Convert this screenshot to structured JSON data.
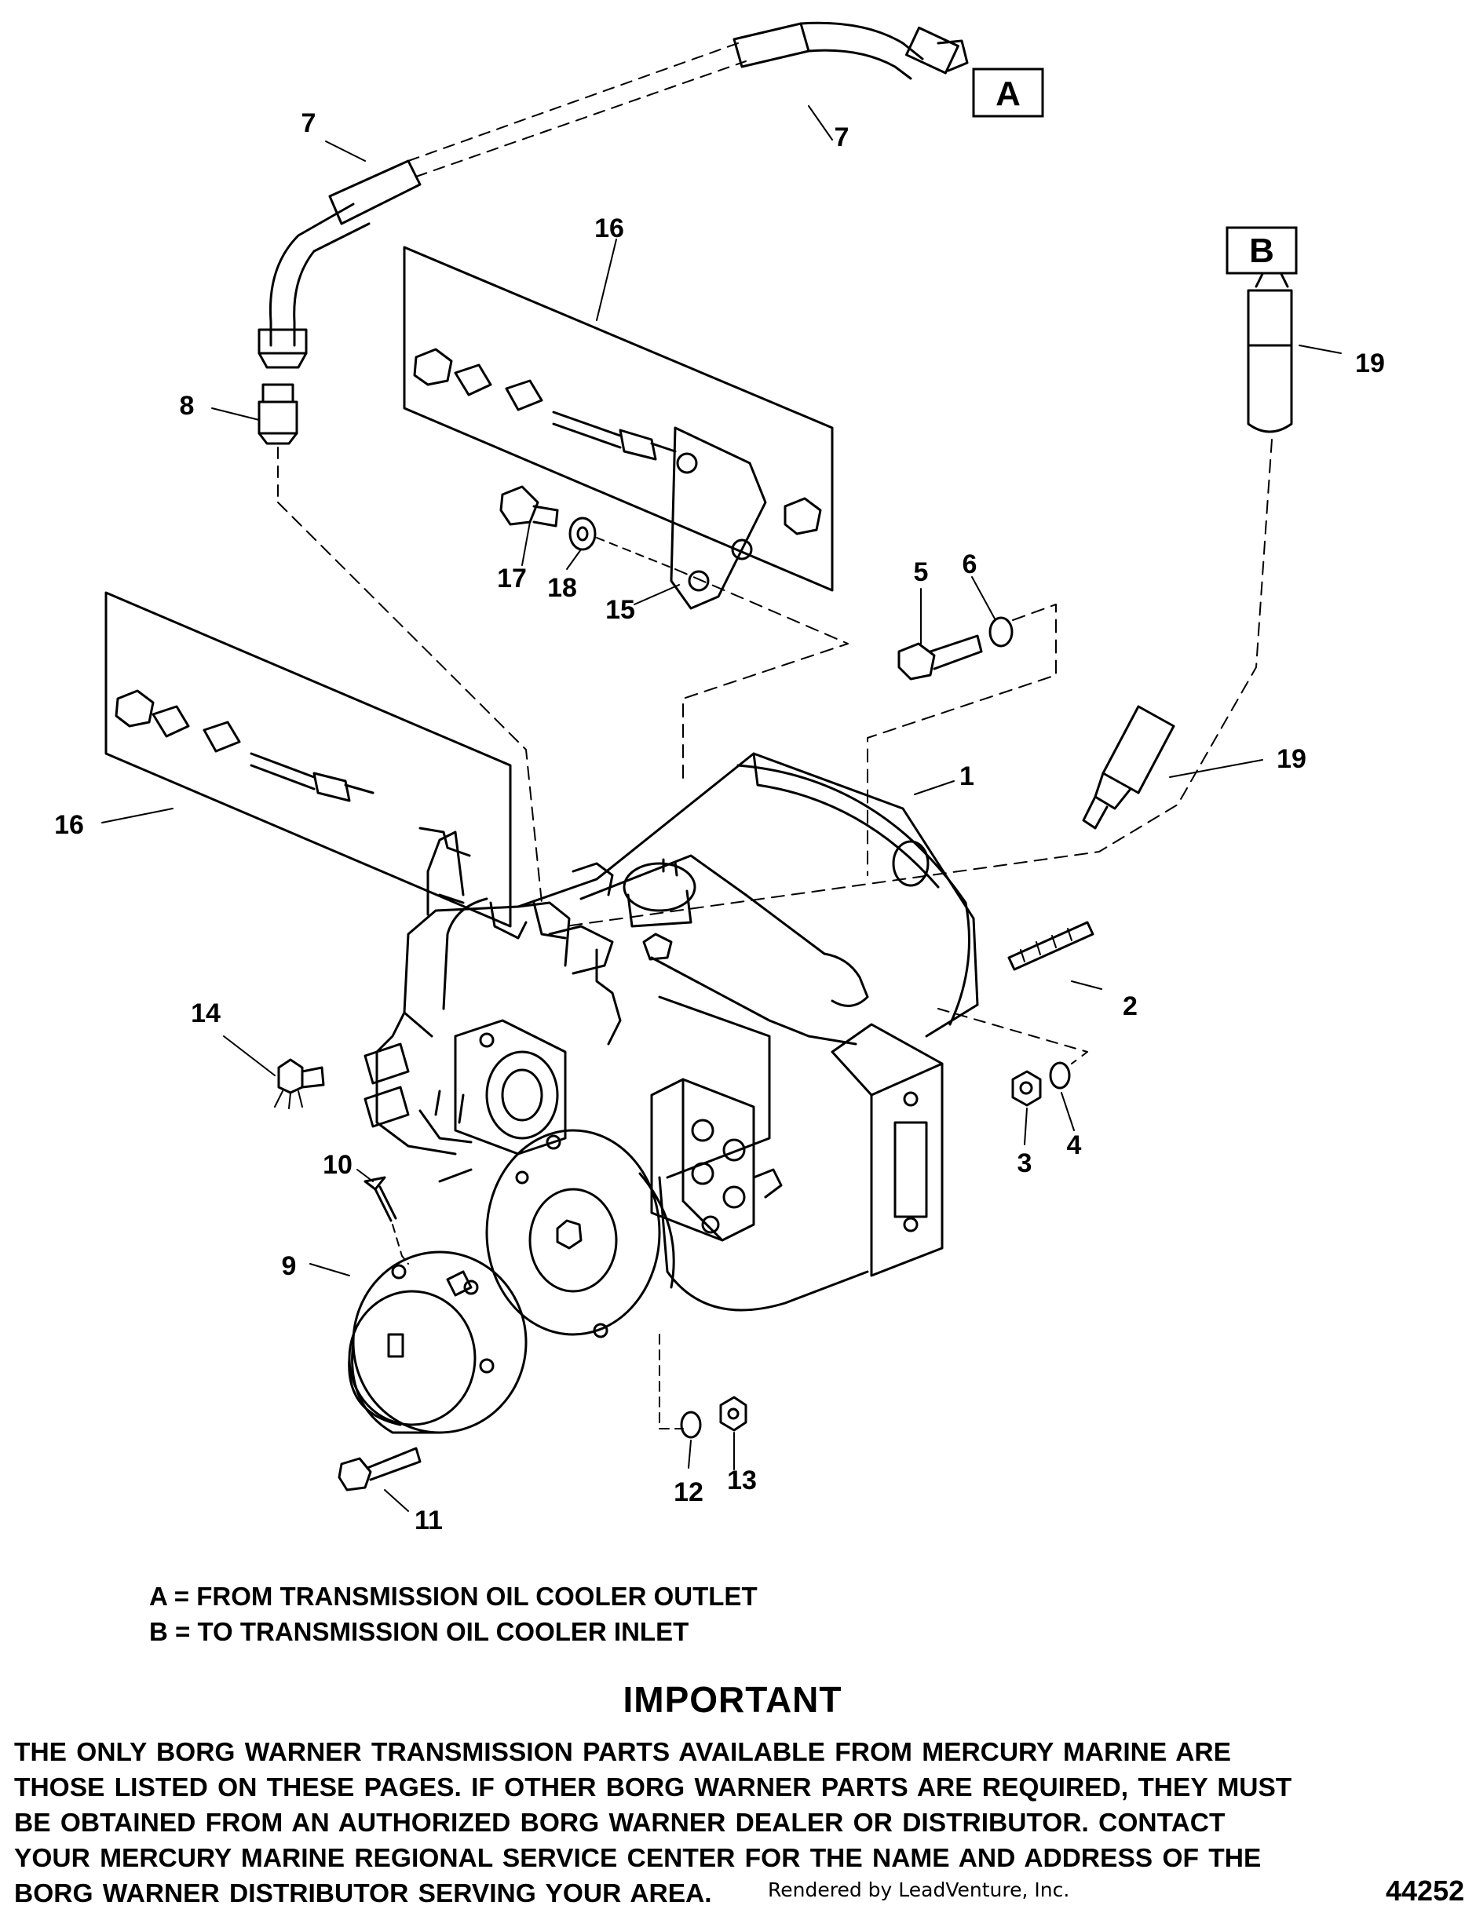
{
  "callouts": {
    "c1": "1",
    "c2": "2",
    "c3": "3",
    "c4": "4",
    "c5": "5",
    "c6": "6",
    "c7a": "7",
    "c7b": "7",
    "c8": "8",
    "c9": "9",
    "c10": "10",
    "c11": "11",
    "c12": "12",
    "c13": "13",
    "c14": "14",
    "c15": "15",
    "c16a": "16",
    "c16b": "16",
    "c17": "17",
    "c18": "18",
    "c19a": "19",
    "c19b": "19"
  },
  "connection_boxes": {
    "a": "A",
    "b": "B"
  },
  "legend": {
    "a": "A = FROM TRANSMISSION OIL COOLER OUTLET",
    "b": "B = TO TRANSMISSION OIL COOLER INLET"
  },
  "notice": {
    "title": "IMPORTANT",
    "lines": [
      "THE ONLY BORG WARNER TRANSMISSION PARTS AVAILABLE FROM MERCURY MARINE ARE",
      "THOSE LISTED ON THESE PAGES.  IF OTHER BORG WARNER PARTS ARE REQUIRED, THEY MUST",
      "BE OBTAINED FROM AN AUTHORIZED BORG WARNER DEALER OR DISTRIBUTOR.  CONTACT",
      "YOUR MERCURY MARINE REGIONAL SERVICE CENTER FOR THE NAME AND ADDRESS OF THE",
      "BORG WARNER DISTRIBUTOR SERVING YOUR AREA."
    ]
  },
  "footer": {
    "rendered_by": "Rendered by LeadVenture, Inc.",
    "diagram_id": "44252"
  }
}
